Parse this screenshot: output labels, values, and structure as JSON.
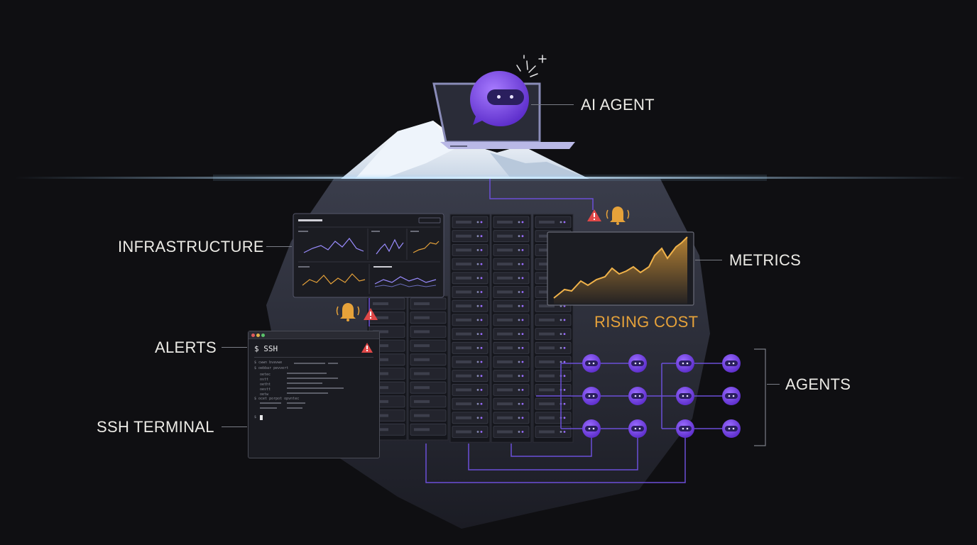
{
  "labels": {
    "ai_agent": "AI AGENT",
    "infrastructure": "INFRASTRUCTURE",
    "metrics": "METRICS",
    "rising_cost": "RISING COST",
    "alerts": "ALERTS",
    "agents": "AGENTS",
    "ssh_terminal": "SSH TERMINAL"
  },
  "terminal": {
    "prompt": "$ SSH",
    "lines": [
      "$ cwwn bvavwe",
      "$ oebbar pevvert",
      "oetec",
      "ostt",
      "oetht",
      "oestt",
      "oetw",
      "$ ocet porpot opvntec"
    ],
    "cursor_prompt": "$"
  },
  "colors": {
    "background": "#0f0f12",
    "accent_purple": "#7b3fe4",
    "alert_orange": "#e6a23a",
    "alert_red": "#e04848",
    "waterline": "#9fd4ff"
  },
  "icons": [
    "robot-chat-icon",
    "sparkle-icon",
    "bell-icon",
    "warning-icon",
    "agent-node-icon"
  ]
}
